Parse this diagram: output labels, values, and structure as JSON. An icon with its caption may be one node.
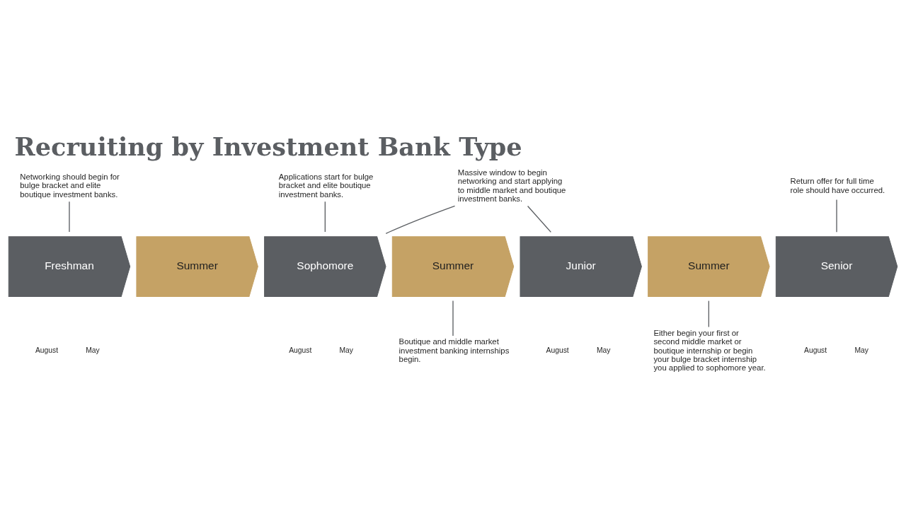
{
  "diagram": {
    "title": "Recruiting by Investment Bank Type",
    "nodes": [
      {
        "text": [
          "Freshman"
        ],
        "beside": [
          "August",
          "May"
        ]
      },
      {
        "text": [
          "Summer"
        ]
      },
      {
        "text": [
          "Sophomore"
        ],
        "beside": [
          "August",
          "May"
        ]
      },
      {
        "text": [
          "Summer"
        ]
      },
      {
        "text": [
          "Junior"
        ],
        "beside": [
          "August",
          "May"
        ]
      },
      {
        "text": [
          "Summer"
        ]
      },
      {
        "text": [
          "Senior"
        ],
        "beside": [
          "August",
          "May"
        ]
      },
      {
        "text": [
          "Networking should begin for bulge bracket and elite boutique investment banks."
        ]
      },
      {
        "text": [
          "Applications start for bulge bracket and elite boutique investment banks."
        ]
      },
      {
        "text": [
          "Massive window to begin networking and start applying to middle market and boutique investment banks."
        ]
      },
      {
        "text": [
          "Return offer for full time role should have occurred."
        ]
      },
      {
        "text": [
          "Boutique and middle market investment banking internships begin."
        ]
      },
      {
        "text": [
          "Either begin your first or second middle market or boutique internship or begin your bulge bracket internship you applied to sophomore year."
        ]
      }
    ],
    "edges": [
      {
        "from": 7,
        "to": 0,
        "arrow": "none"
      },
      {
        "from": 8,
        "to": 2,
        "arrow": "none"
      },
      {
        "from": 9,
        "to": 2,
        "arrow": "none"
      },
      {
        "from": 9,
        "to": 4,
        "arrow": "none"
      },
      {
        "from": 10,
        "to": 6,
        "arrow": "none"
      },
      {
        "from": 3,
        "to": 11,
        "arrow": "none"
      },
      {
        "from": 5,
        "to": 12,
        "arrow": "none"
      }
    ]
  }
}
